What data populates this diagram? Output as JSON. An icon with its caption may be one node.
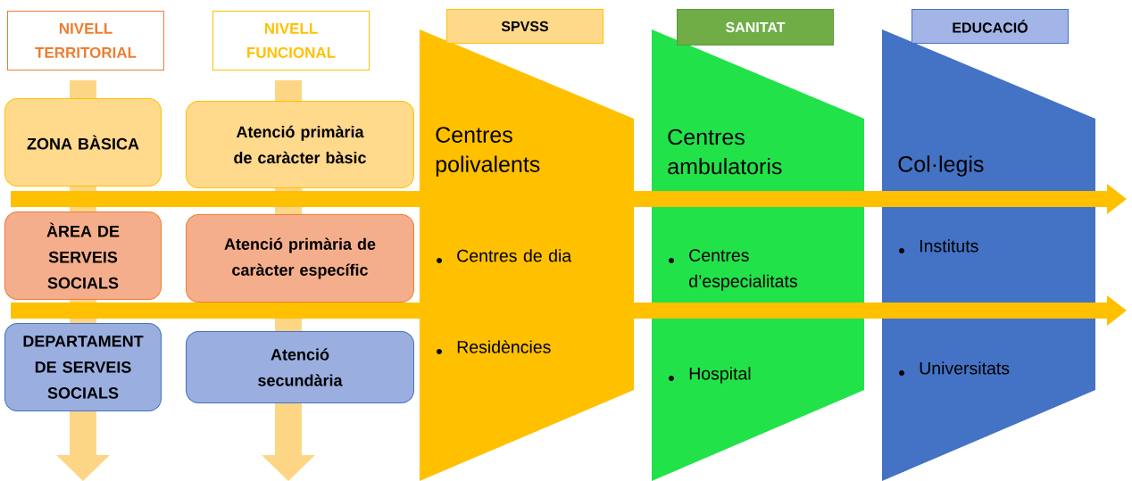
{
  "diagram": {
    "nodes": [
      {
        "text": [
          "NIVELL TERRITORIAL"
        ]
      },
      {
        "text": [
          "NIVELL FUNCIONAL"
        ]
      },
      {
        "text": [
          "SPVSS"
        ]
      },
      {
        "text": [
          "SANITAT"
        ]
      },
      {
        "text": [
          "EDUCACIÓ"
        ]
      },
      {
        "text": [
          "ZONA BÀSICA"
        ]
      },
      {
        "text": [
          "ÀREA DE SERVEIS SOCIALS"
        ]
      },
      {
        "text": [
          "DEPARTAMENT DE SERVEIS SOCIALS"
        ]
      },
      {
        "text": [
          "Atenció primària de caràcter bàsic"
        ]
      },
      {
        "text": [
          "Atenció primària de caràcter específic"
        ]
      },
      {
        "text": [
          "Atenció secundària"
        ]
      },
      {
        "text": [
          "Centres polivalents",
          "Centres de dia",
          "Residències"
        ]
      },
      {
        "text": [
          "Centres ambulatoris",
          "Centres d’especialitats",
          "Hospital"
        ]
      },
      {
        "text": [
          "Col·legis",
          "Instituts",
          "Universitats"
        ]
      }
    ]
  }
}
